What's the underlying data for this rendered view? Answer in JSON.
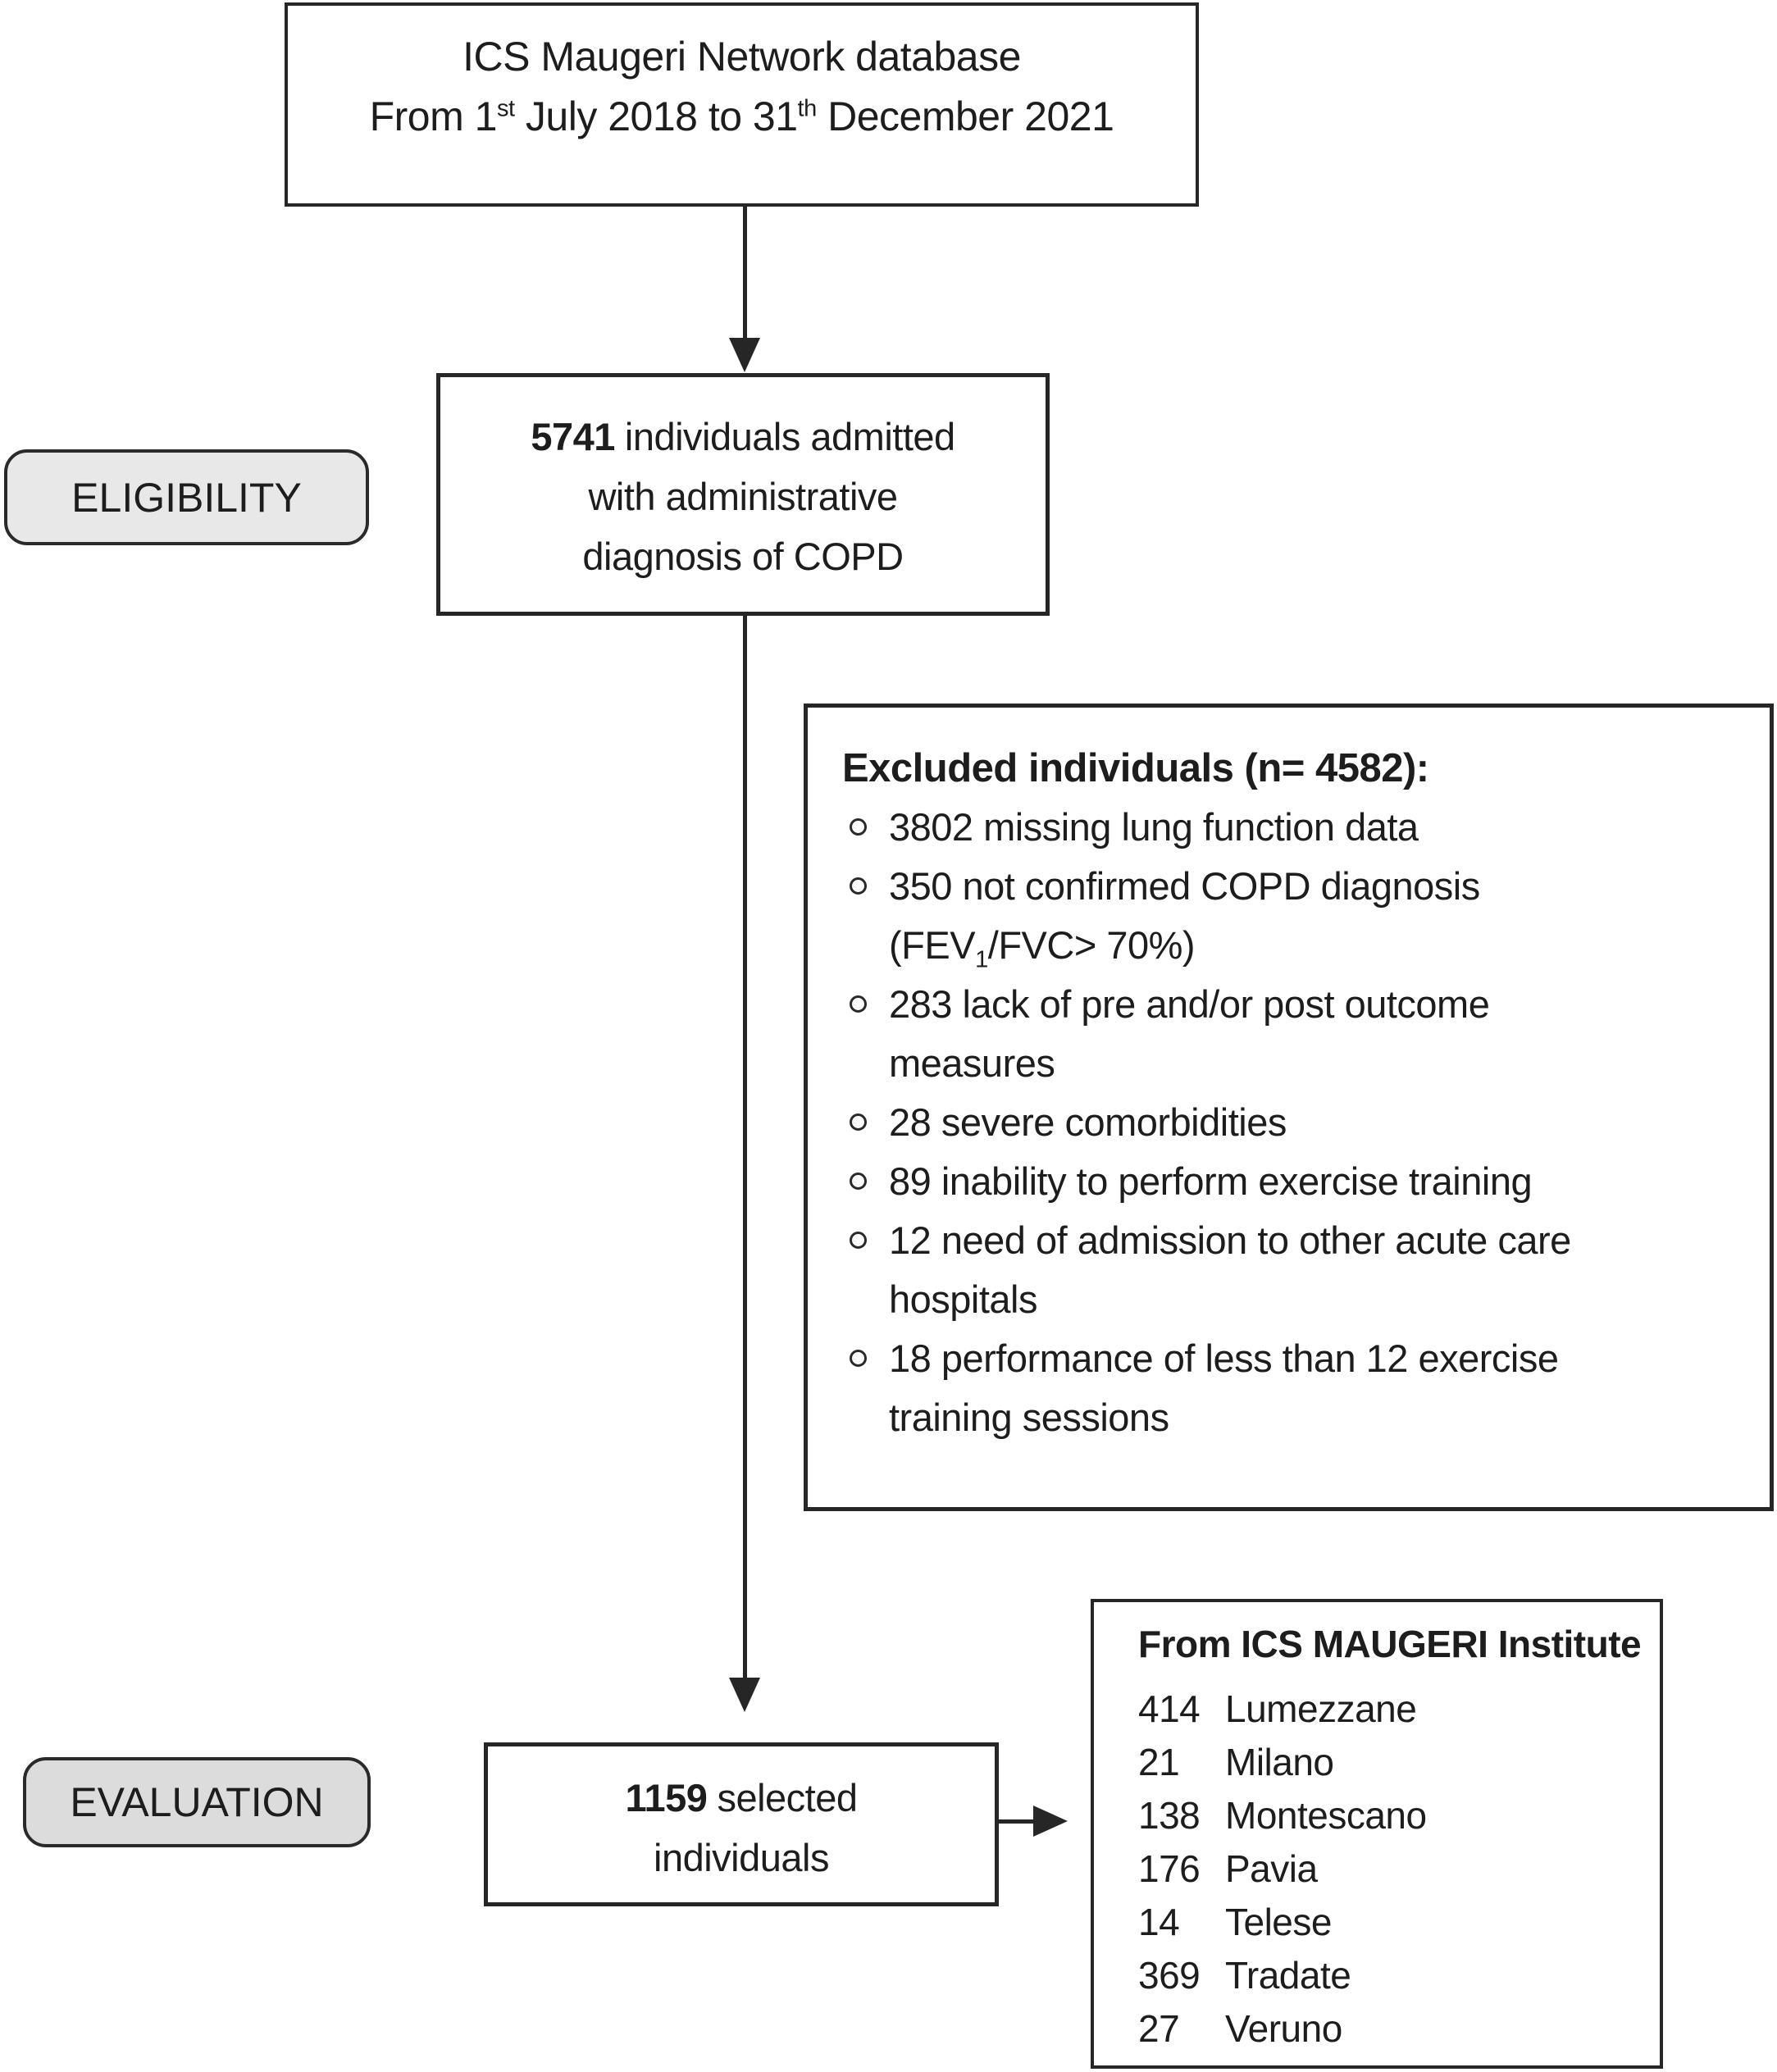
{
  "figure": {
    "background": "#ffffff",
    "line_color": "#262626",
    "text_color": "#1d1d1d",
    "eligibility_fill": "#e8e8e8",
    "evaluation_fill": "#dcdcdc"
  },
  "database_box": {
    "line1": "ICS Maugeri Network database",
    "date": {
      "p1": "From 1",
      "sup1": "st",
      "p2": " July 2018 to 31",
      "sup2": "th",
      "p3": " December 2021"
    }
  },
  "stage_labels": {
    "eligibility": "ELIGIBILITY",
    "evaluation": "EVALUATION"
  },
  "admitted_box": {
    "count": "5741",
    "line1_rest": "individuals admitted",
    "line2": "with administrative",
    "line3": "diagnosis of COPD"
  },
  "excluded_box": {
    "title": "Excluded individuals (n= 4582):",
    "items": [
      {
        "text": "3802 missing lung function data"
      },
      {
        "text": "350 not confirmed COPD diagnosis",
        "wrap_pre": "(FEV",
        "wrap_sub": "1",
        "wrap_post": "/FVC> 70%)"
      },
      {
        "text": "283 lack of pre and/or post outcome",
        "wrap": "measures"
      },
      {
        "text": "28 severe comorbidities"
      },
      {
        "text": "89 inability to perform exercise training"
      },
      {
        "text": "12 need of admission to other acute care",
        "wrap": "hospitals"
      },
      {
        "text": "18 performance of less than 12 exercise",
        "wrap": "training sessions"
      }
    ]
  },
  "selected_box": {
    "count": "1159",
    "line1_rest": "selected",
    "line2": "individuals"
  },
  "institute_box": {
    "title": "From ICS MAUGERI Institute",
    "sites": [
      {
        "n": "414",
        "name": "Lumezzane"
      },
      {
        "n": "21",
        "name": "Milano"
      },
      {
        "n": "138",
        "name": "Montescano"
      },
      {
        "n": "176",
        "name": "Pavia"
      },
      {
        "n": "14",
        "name": "Telese"
      },
      {
        "n": "369",
        "name": "Tradate"
      },
      {
        "n": "27",
        "name": "Veruno"
      }
    ]
  }
}
